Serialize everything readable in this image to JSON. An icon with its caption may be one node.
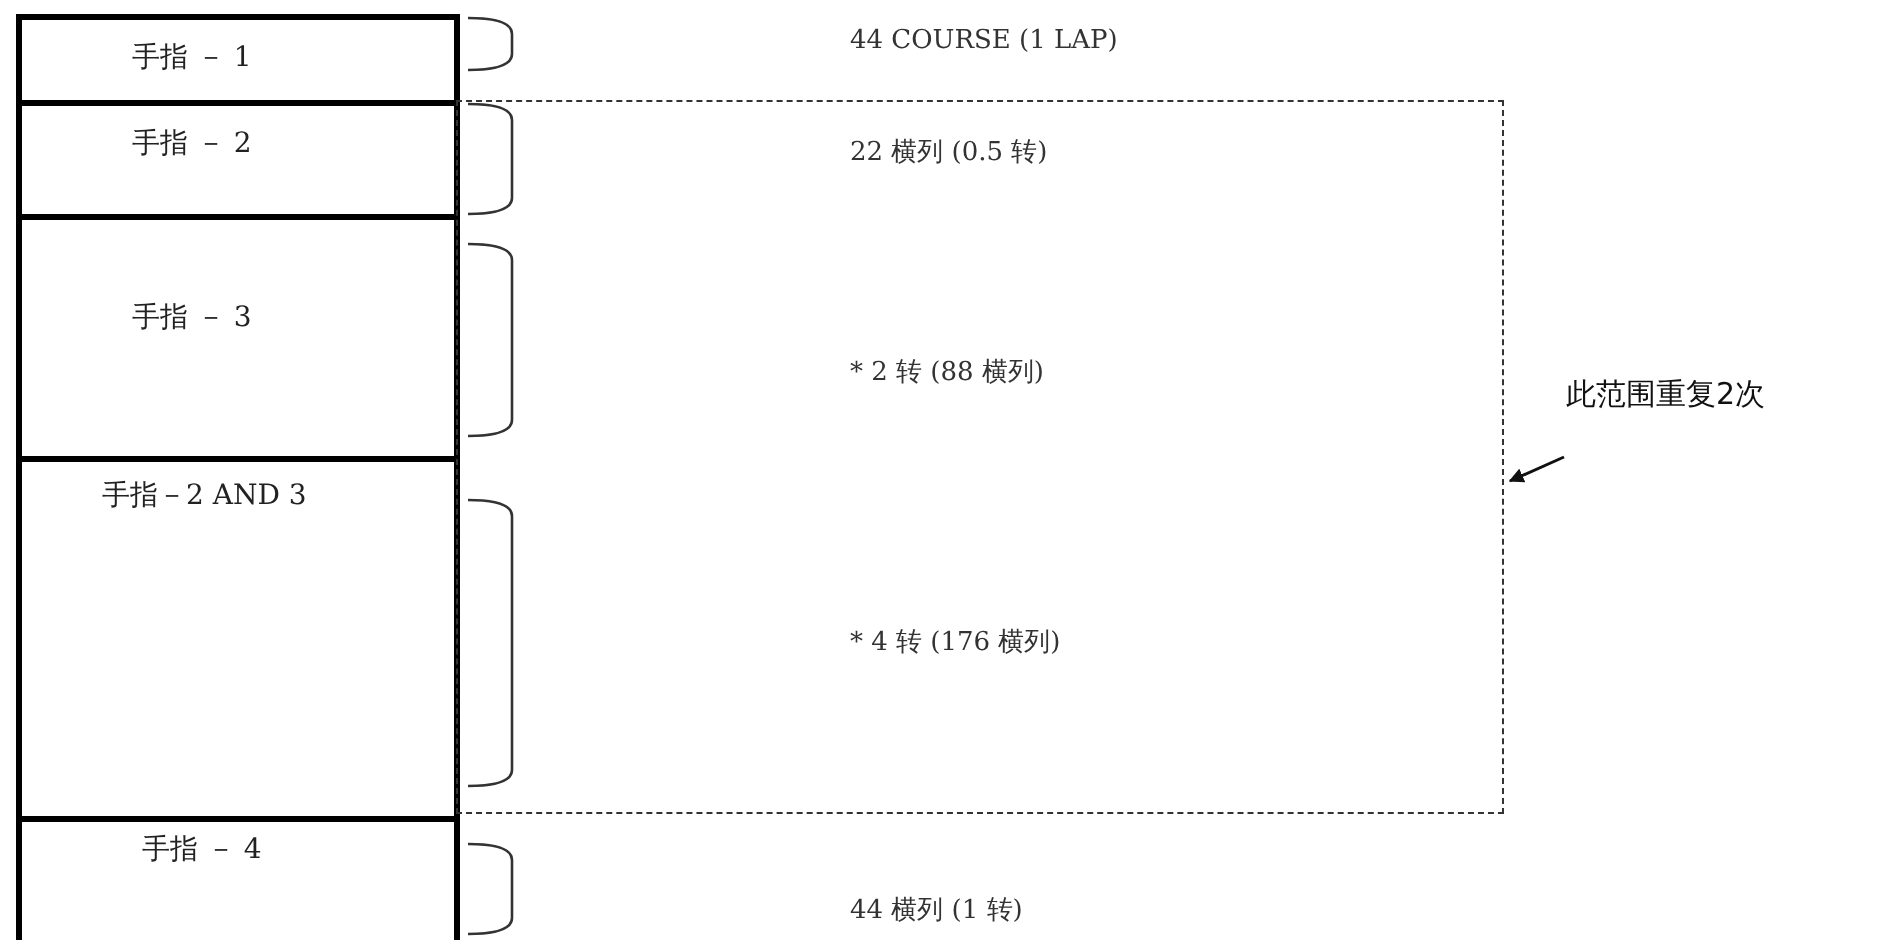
{
  "diagram": {
    "nodes": [
      {
        "text": [
          "手指 － 1"
        ]
      },
      {
        "text": [
          "手指 － 2"
        ]
      },
      {
        "text": [
          "手指 － 3"
        ]
      },
      {
        "text": [
          "手指－2 AND 3"
        ]
      },
      {
        "text": [
          "手指 － 4"
        ]
      },
      {
        "text": [],
        "shape": "box"
      },
      {
        "text": [
          "此范围重复2次"
        ]
      }
    ],
    "edges": [
      {
        "from": null,
        "to": 5,
        "arrow": "to"
      }
    ],
    "labels": [
      "44 COURSE (1 LAP)",
      "22 横列 (0.5 转)",
      "* 2 转 (88 横列)",
      "* 4 转 (176 横列)",
      "44 横列 (1 转)"
    ]
  }
}
